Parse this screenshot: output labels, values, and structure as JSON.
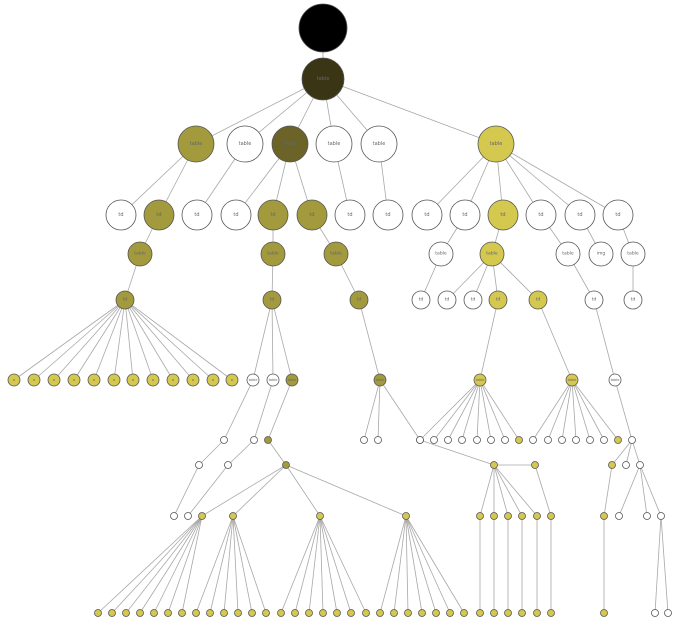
{
  "colors": {
    "black": "#000000",
    "dark": "#3a3515",
    "olive": "#6b6328",
    "mid": "#a29a3c",
    "bright": "#d5c84e",
    "white": "#ffffff",
    "edge": "#a8a8a8",
    "label": "#666666"
  },
  "nodes": [
    {
      "id": "root",
      "label": ""
    },
    {
      "id": "n1",
      "label": "table"
    },
    {
      "id": "a",
      "label": "table"
    },
    {
      "id": "b",
      "label": "table"
    },
    {
      "id": "c",
      "label": "table"
    },
    {
      "id": "d",
      "label": "table"
    },
    {
      "id": "e",
      "label": "table"
    },
    {
      "id": "f",
      "label": "table"
    },
    {
      "id": "a1",
      "label": "td"
    },
    {
      "id": "a2",
      "label": "td"
    },
    {
      "id": "b1",
      "label": "td"
    },
    {
      "id": "c1",
      "label": "td"
    },
    {
      "id": "c2",
      "label": "td"
    },
    {
      "id": "c3",
      "label": "td"
    },
    {
      "id": "d1",
      "label": "td"
    },
    {
      "id": "e1",
      "label": "td"
    },
    {
      "id": "f1",
      "label": "td"
    },
    {
      "id": "f2",
      "label": "td"
    },
    {
      "id": "f3",
      "label": "td"
    },
    {
      "id": "f4",
      "label": "td"
    },
    {
      "id": "f5",
      "label": "td"
    },
    {
      "id": "f6",
      "label": "td"
    },
    {
      "id": "a2t",
      "label": "table"
    },
    {
      "id": "c2t",
      "label": "table"
    },
    {
      "id": "c3t",
      "label": "table"
    },
    {
      "id": "f2t",
      "label": "table"
    },
    {
      "id": "f3t",
      "label": "table"
    },
    {
      "id": "f4t",
      "label": "table"
    },
    {
      "id": "f5i",
      "label": "img"
    },
    {
      "id": "f6t",
      "label": "table"
    },
    {
      "id": "a2d",
      "label": "td"
    },
    {
      "id": "c2d",
      "label": "td"
    },
    {
      "id": "c3d",
      "label": "td"
    },
    {
      "id": "f2d",
      "label": "td"
    },
    {
      "id": "f3a",
      "label": "td"
    },
    {
      "id": "f3b",
      "label": "td"
    },
    {
      "id": "f3c",
      "label": "td"
    },
    {
      "id": "f3e",
      "label": "td"
    },
    {
      "id": "f4d",
      "label": "td"
    },
    {
      "id": "f6d",
      "label": "td"
    },
    {
      "id": "a2x1",
      "label": "a"
    },
    {
      "id": "a2x2",
      "label": "a"
    },
    {
      "id": "a2x3",
      "label": "a"
    },
    {
      "id": "a2x4",
      "label": "a"
    },
    {
      "id": "a2x5",
      "label": "a"
    },
    {
      "id": "a2x6",
      "label": "a"
    },
    {
      "id": "a2x7",
      "label": "a"
    },
    {
      "id": "a2x8",
      "label": "a"
    },
    {
      "id": "a2x9",
      "label": "a"
    },
    {
      "id": "a2x10",
      "label": "a"
    },
    {
      "id": "a2x11",
      "label": "a"
    },
    {
      "id": "a2x12",
      "label": "a"
    },
    {
      "id": "c2t1",
      "label": "table"
    },
    {
      "id": "c2t2",
      "label": "table"
    },
    {
      "id": "c2t3",
      "label": "table"
    },
    {
      "id": "c3t1",
      "label": "table"
    },
    {
      "id": "f3et",
      "label": "table"
    },
    {
      "id": "f4dt",
      "label": "table"
    },
    {
      "id": "f6dt",
      "label": "table"
    },
    {
      "id": "s1",
      "label": ""
    },
    {
      "id": "s2",
      "label": ""
    },
    {
      "id": "s3",
      "label": ""
    },
    {
      "id": "s4",
      "label": ""
    },
    {
      "id": "s5",
      "label": ""
    },
    {
      "id": "s6",
      "label": ""
    },
    {
      "id": "u1",
      "label": ""
    },
    {
      "id": "u2",
      "label": ""
    },
    {
      "id": "u3",
      "label": ""
    },
    {
      "id": "u4",
      "label": ""
    },
    {
      "id": "u5",
      "label": ""
    },
    {
      "id": "u6",
      "label": ""
    },
    {
      "id": "u7",
      "label": ""
    },
    {
      "id": "v1",
      "label": ""
    },
    {
      "id": "v2",
      "label": ""
    },
    {
      "id": "v3",
      "label": ""
    },
    {
      "id": "v4",
      "label": ""
    },
    {
      "id": "v5",
      "label": ""
    },
    {
      "id": "v6",
      "label": ""
    },
    {
      "id": "w1",
      "label": ""
    },
    {
      "id": "w2",
      "label": ""
    },
    {
      "id": "g1",
      "label": ""
    },
    {
      "id": "g2",
      "label": ""
    },
    {
      "id": "g3",
      "label": ""
    },
    {
      "id": "g4",
      "label": ""
    },
    {
      "id": "g5",
      "label": ""
    },
    {
      "id": "g6",
      "label": ""
    },
    {
      "id": "g7",
      "label": ""
    },
    {
      "id": "g8",
      "label": ""
    },
    {
      "id": "h1",
      "label": ""
    },
    {
      "id": "h2",
      "label": ""
    },
    {
      "id": "h3",
      "label": ""
    },
    {
      "id": "h4",
      "label": ""
    },
    {
      "id": "h5",
      "label": ""
    },
    {
      "id": "h6",
      "label": ""
    },
    {
      "id": "h7",
      "label": ""
    },
    {
      "id": "h8",
      "label": ""
    },
    {
      "id": "h9",
      "label": ""
    },
    {
      "id": "h10",
      "label": ""
    },
    {
      "id": "h11",
      "label": ""
    },
    {
      "id": "h12",
      "label": ""
    },
    {
      "id": "h13",
      "label": ""
    },
    {
      "id": "h14",
      "label": ""
    },
    {
      "id": "h15",
      "label": ""
    }
  ]
}
